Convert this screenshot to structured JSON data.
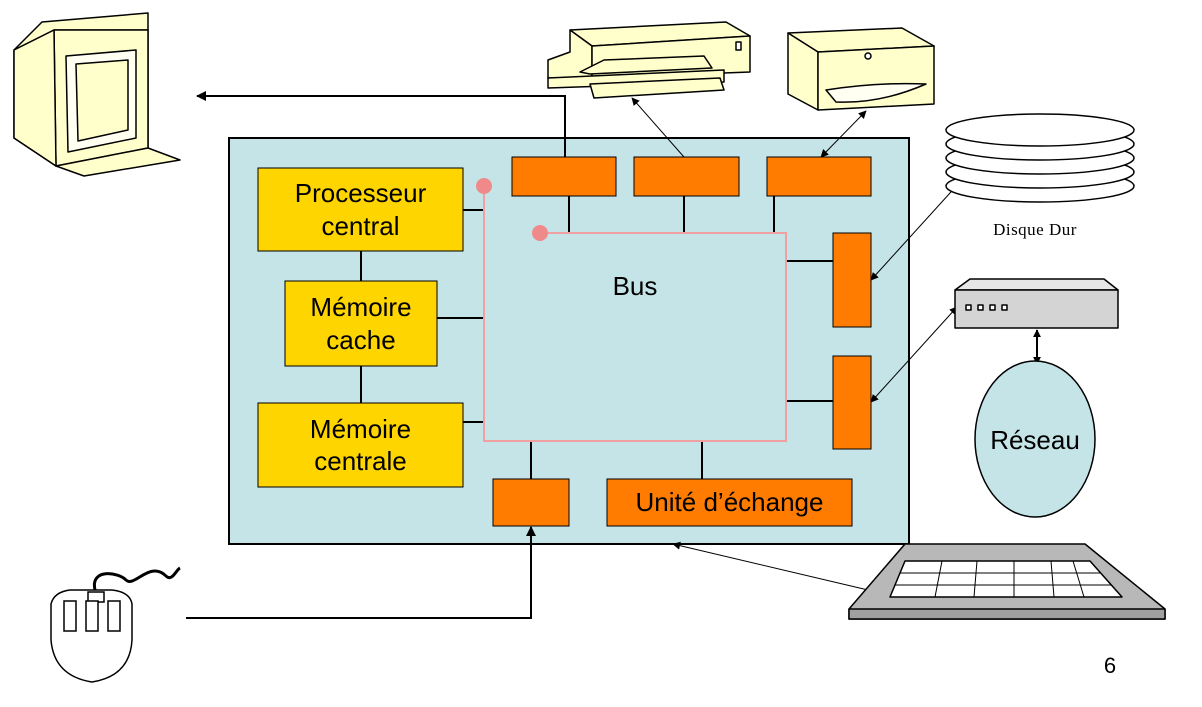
{
  "labels": {
    "processor": "Processeur\ncentral",
    "cache": "Mémoire\ncache",
    "main_memory": "Mémoire\ncentrale",
    "bus": "Bus",
    "exchange_unit": "Unité d’échange",
    "hard_disk": "Disque Dur",
    "network": "Réseau"
  },
  "page_number": "6",
  "colors": {
    "board": "#c5e4e8",
    "component": "#ffd500",
    "port": "#ff7c00",
    "bus_line": "#f0a0a0",
    "bus_dot": "#f08a8a",
    "device_fill": "#ffffcc",
    "network_fill": "#c5e4e8",
    "keyboard": "#c0c0c0",
    "modem": "#d4d4d4"
  },
  "icons": [
    "monitor-icon",
    "printer-icon",
    "cd-drive-icon",
    "hard-disk-icon",
    "modem-icon",
    "keyboard-icon",
    "mouse-icon"
  ]
}
